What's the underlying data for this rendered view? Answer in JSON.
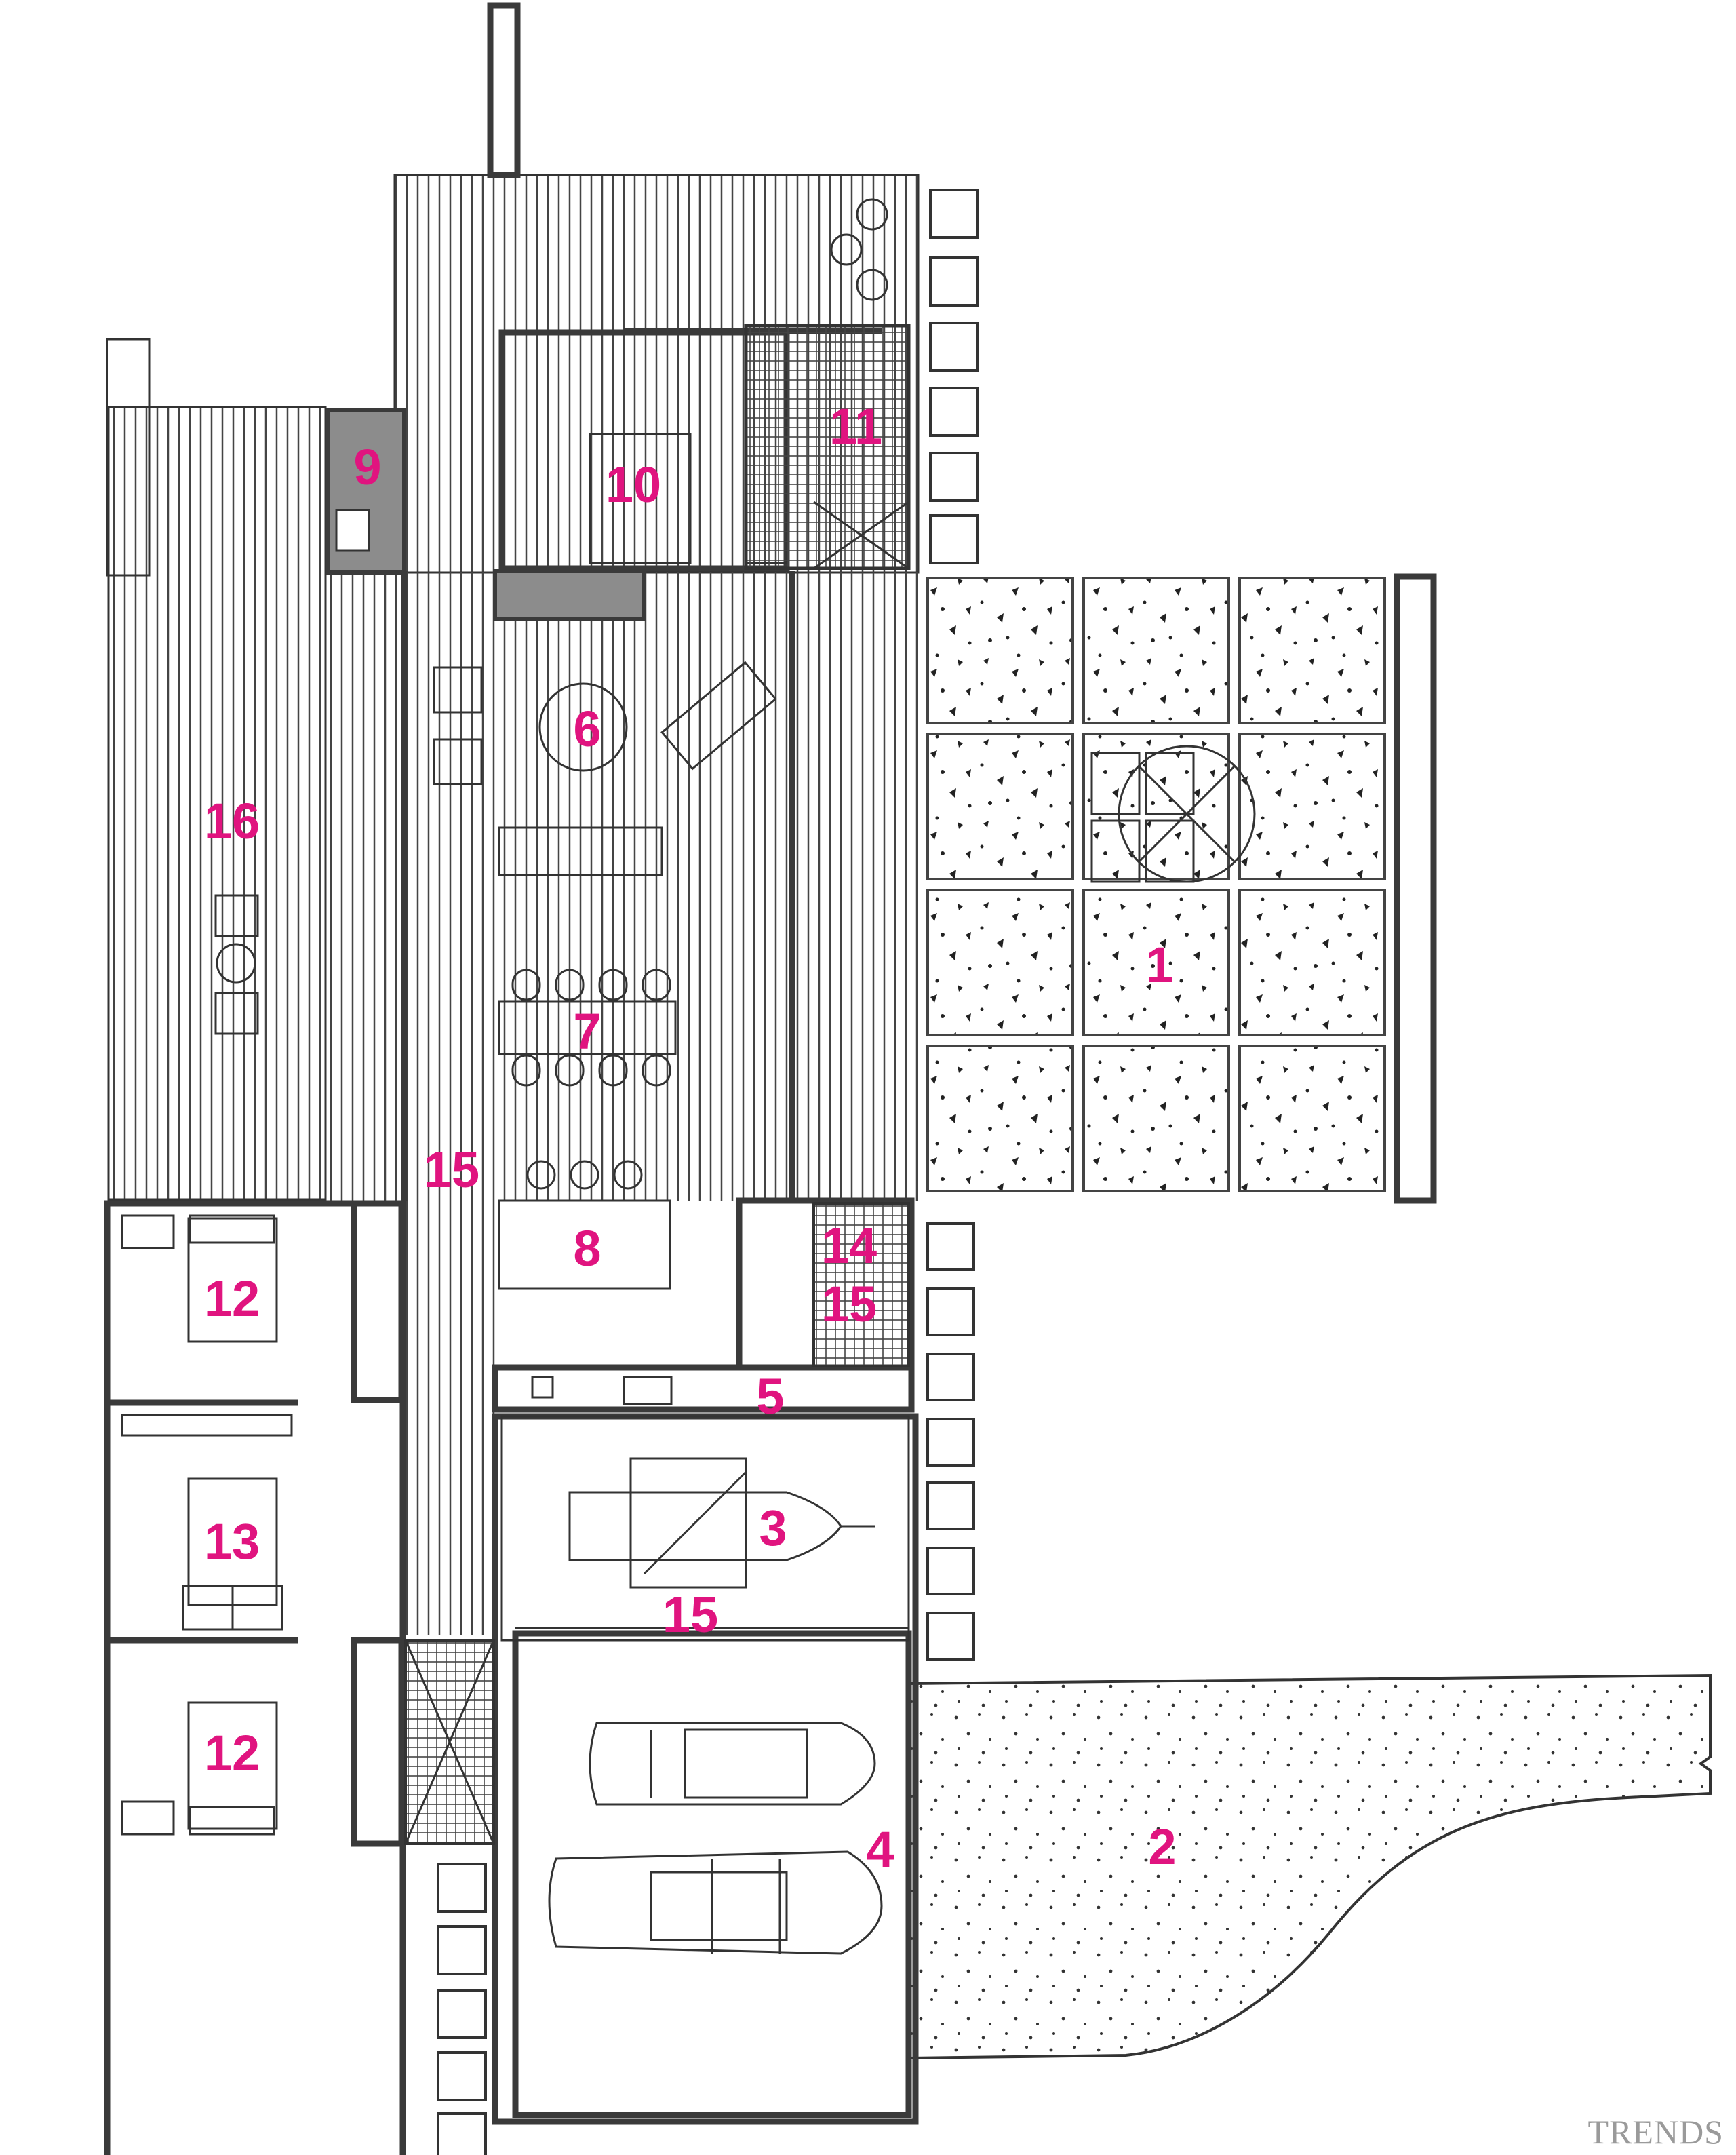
{
  "labels": {
    "l1": "1",
    "l2": "2",
    "l3": "3",
    "l4": "4",
    "l5": "5",
    "l6": "6",
    "l7": "7",
    "l8": "8",
    "l9": "9",
    "l10": "10",
    "l11": "11",
    "l12a": "12",
    "l12b": "12",
    "l13": "13",
    "l14": "14",
    "l15a": "15",
    "l15b": "15",
    "l15c": "15",
    "l16": "16"
  },
  "watermark": "TRENDS",
  "colors": {
    "label": "#e0147f",
    "wall": "#3a3a3a",
    "service": "#8c8c8c"
  }
}
